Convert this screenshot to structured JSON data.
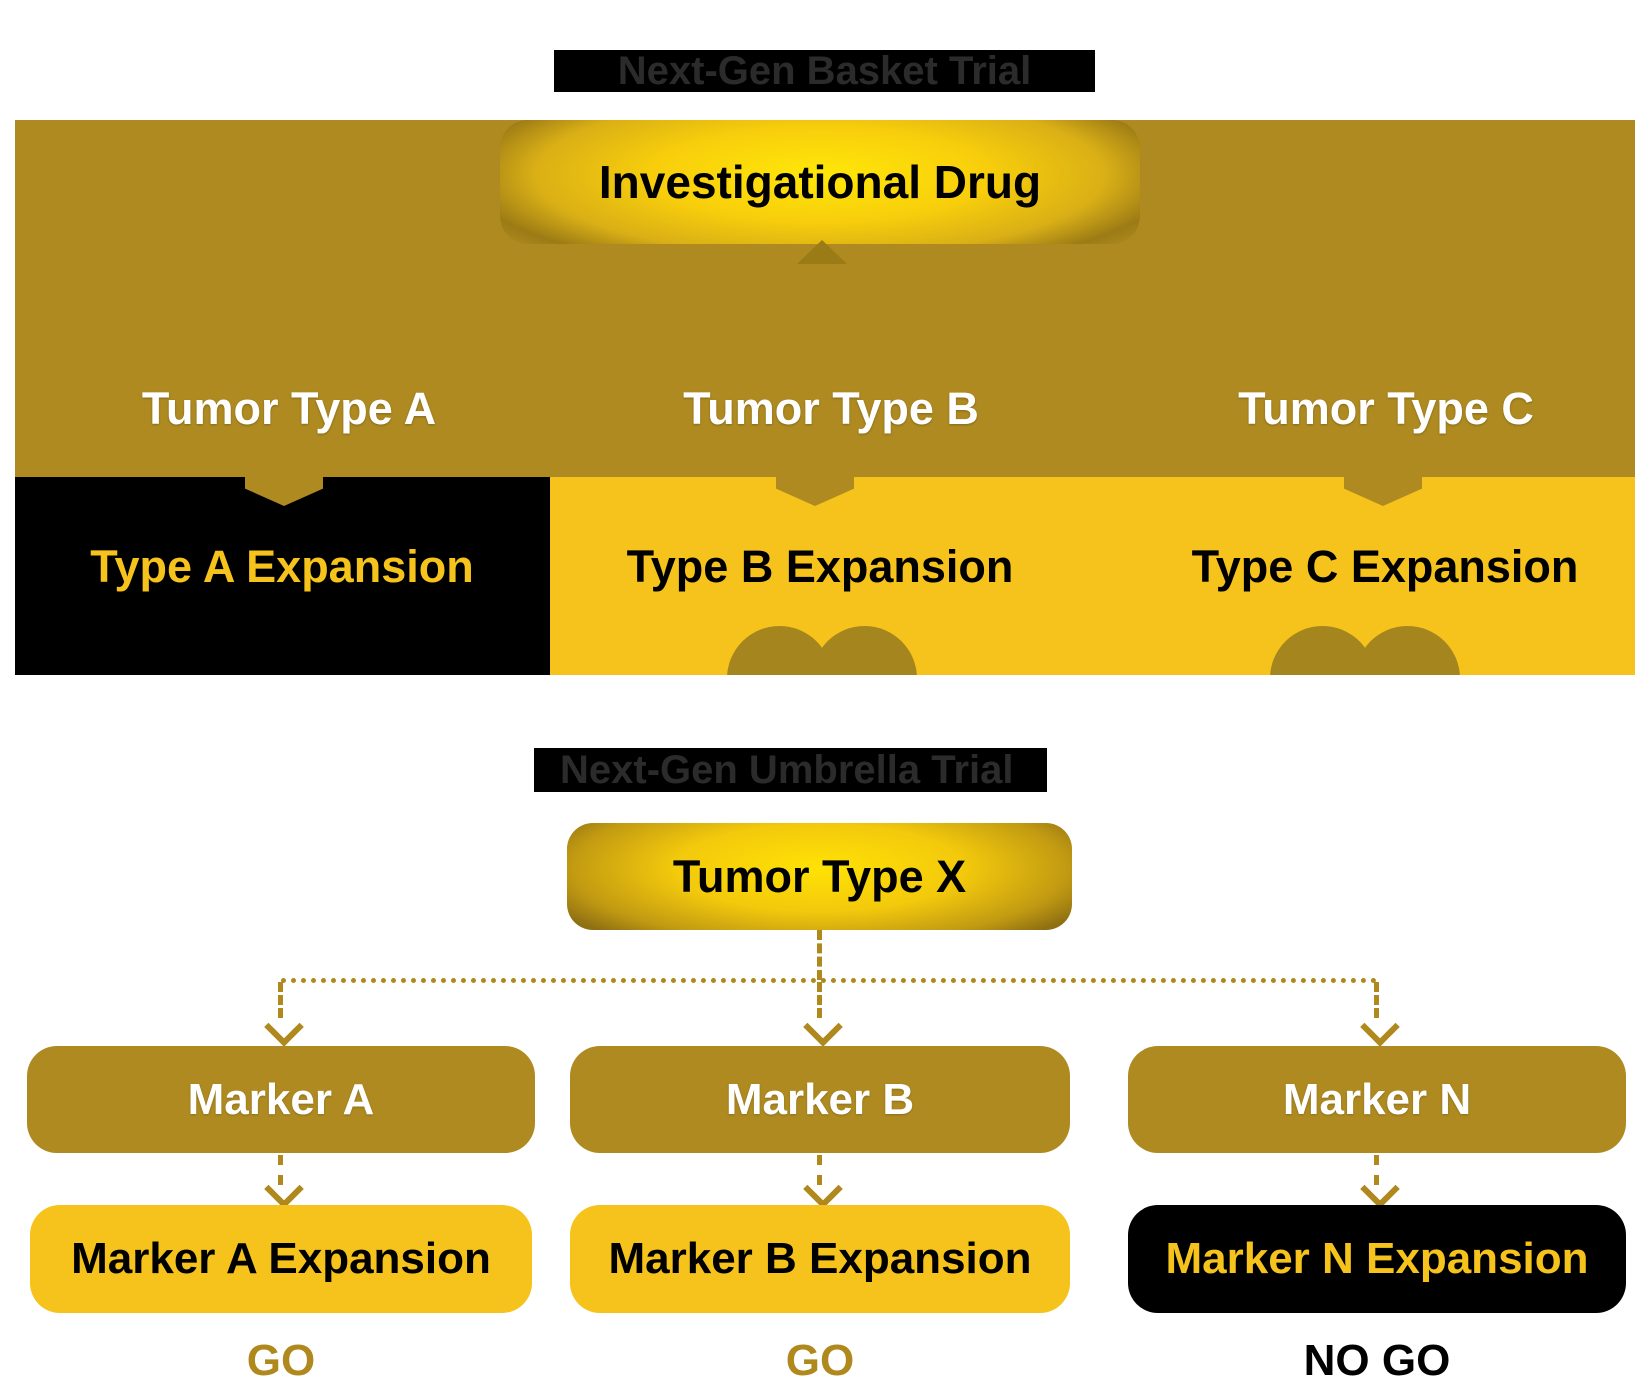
{
  "basket_trial": {
    "title": "Next-Gen Basket Trial",
    "drug": "Investigational Drug",
    "arms": [
      {
        "tumor": "Tumor Type A",
        "expansion": "Type A Expansion",
        "highlighted": true
      },
      {
        "tumor": "Tumor Type B",
        "expansion": "Type B Expansion",
        "highlighted": false
      },
      {
        "tumor": "Tumor Type C",
        "expansion": "Type C Expansion",
        "highlighted": false
      }
    ]
  },
  "umbrella_trial": {
    "title": "Next-Gen Umbrella Trial",
    "root": "Tumor Type X",
    "arms": [
      {
        "marker": "Marker A",
        "expansion": "Marker A Expansion",
        "decision": "GO",
        "highlighted": false
      },
      {
        "marker": "Marker B",
        "expansion": "Marker B Expansion",
        "decision": "GO",
        "highlighted": false
      },
      {
        "marker": "Marker N",
        "expansion": "Marker N Expansion",
        "decision": "NO GO",
        "highlighted": true
      }
    ]
  },
  "colors": {
    "dark_gold": "#AE8A21",
    "bright_yellow": "#F5C31B",
    "highlight_black": "#000000",
    "white_text": "#FFFFFF",
    "go_gold": "#B0891E",
    "title_text": "#2B2B2B"
  }
}
